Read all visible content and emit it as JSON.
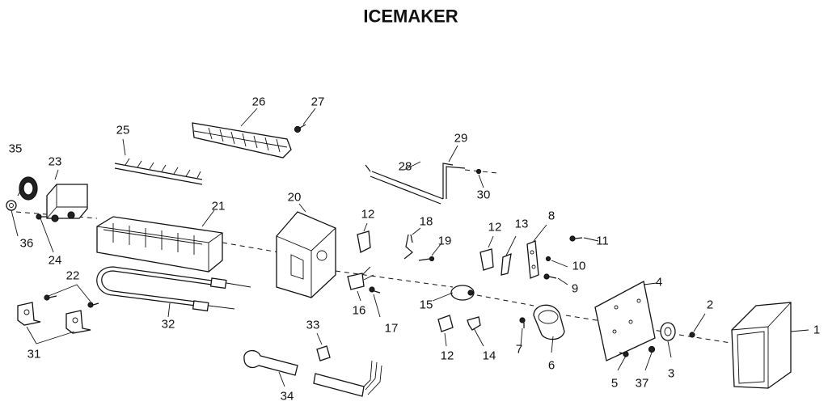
{
  "title": "ICEMAKER",
  "callouts": {
    "p1": "1",
    "p2": "2",
    "p3": "3",
    "p4": "4",
    "p5": "5",
    "p6": "6",
    "p7": "7",
    "p8": "8",
    "p9": "9",
    "p10": "10",
    "p11": "11",
    "p12a": "12",
    "p12b": "12",
    "p12c": "12",
    "p13": "13",
    "p14": "14",
    "p15": "15",
    "p16": "16",
    "p17": "17",
    "p18": "18",
    "p19": "19",
    "p20": "20",
    "p21": "21",
    "p22": "22",
    "p23": "23",
    "p24": "24",
    "p25": "25",
    "p26": "26",
    "p27": "27",
    "p28": "28",
    "p29": "29",
    "p30": "30",
    "p31": "31",
    "p32": "32",
    "p33": "33",
    "p34": "34",
    "p35": "35",
    "p36": "36",
    "p37": "37"
  }
}
